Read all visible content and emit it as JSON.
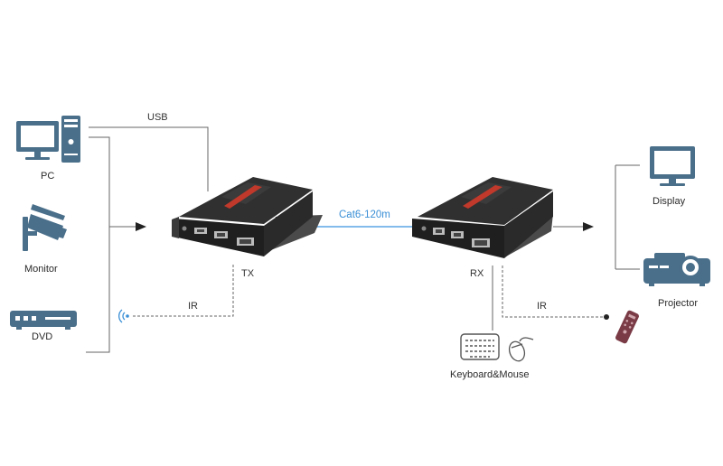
{
  "labels": {
    "usb": "USB",
    "cat6": "Cat6-120m",
    "ir_left": "IR",
    "ir_right": "IR",
    "tx": "TX",
    "rx": "RX"
  },
  "sources": [
    {
      "name": "PC",
      "icon": "pc-icon"
    },
    {
      "name": "Monitor",
      "icon": "cctv-camera-icon"
    },
    {
      "name": "DVD",
      "icon": "dvd-player-icon"
    }
  ],
  "outputs": [
    {
      "name": "Display",
      "icon": "display-icon"
    },
    {
      "name": "Projector",
      "icon": "projector-icon"
    }
  ],
  "peripherals": {
    "keyboard_mouse": "Keyboard&Mouse",
    "ir_sensor_icon": "ir-signal-icon",
    "remote_icon": "remote-control-icon"
  },
  "colors": {
    "icon": "#4a6f8a",
    "line": "#555555",
    "cat6_line": "#5aa6e6",
    "device_body": "#2b2b2b"
  }
}
